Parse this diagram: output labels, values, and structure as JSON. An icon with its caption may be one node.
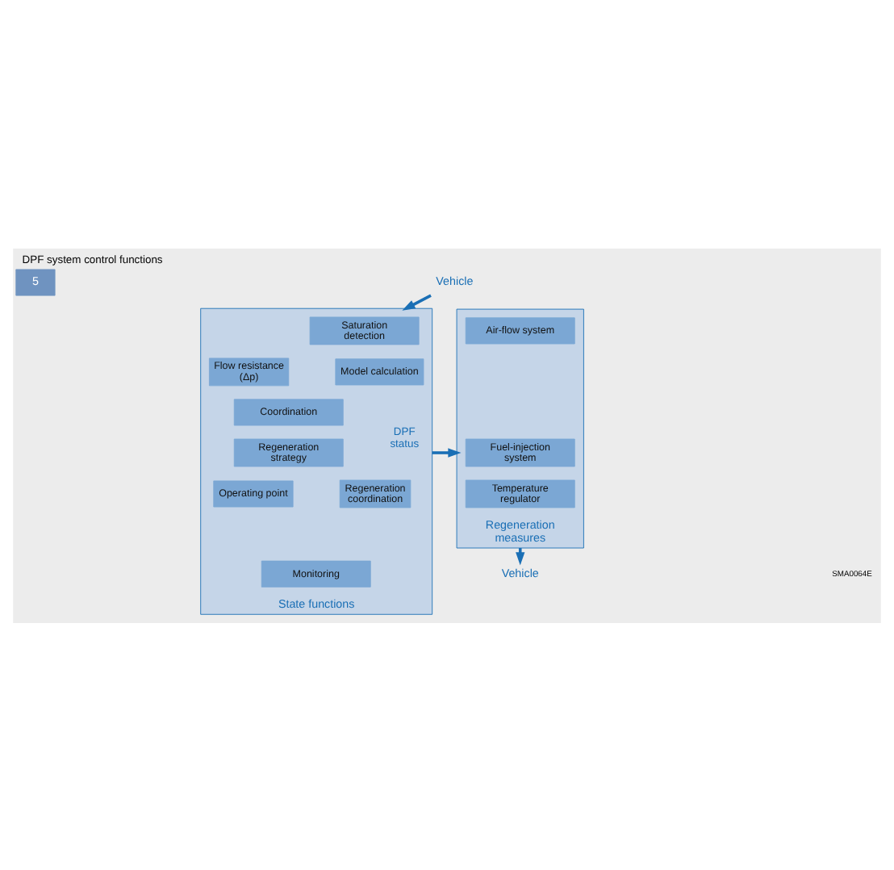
{
  "diagram": {
    "title": "DPF system control functions",
    "nodes": [
      {
        "text": [
          "Vehicle"
        ]
      },
      {
        "text": [
          "State functions"
        ]
      },
      {
        "text": [
          "Saturation detection"
        ],
        "in": 1
      },
      {
        "text": [
          "Flow resistance (Δp)"
        ],
        "in": 1
      },
      {
        "text": [
          "Model calculation"
        ],
        "in": 1
      },
      {
        "text": [
          "Coordination"
        ],
        "in": 1
      },
      {
        "text": [
          "Regeneration strategy"
        ],
        "in": 1
      },
      {
        "text": [
          "Operating point"
        ],
        "in": 1
      },
      {
        "text": [
          "Regeneration coordination"
        ],
        "in": 1
      },
      {
        "text": [
          "Monitoring"
        ],
        "in": 1
      },
      {
        "text": [
          "Regeneration measures"
        ]
      },
      {
        "text": [
          "Air-flow system"
        ],
        "in": 10
      },
      {
        "text": [
          "Fuel-injection system"
        ],
        "in": 10
      },
      {
        "text": [
          "Temperature regulator"
        ],
        "in": 10
      },
      {
        "text": [
          "Vehicle"
        ]
      }
    ],
    "edges": [
      {
        "from": 0,
        "to": 1,
        "arrow": "to"
      },
      {
        "from": 1,
        "to": 10,
        "arrow": "to",
        "label": "DPF status"
      },
      {
        "from": 10,
        "to": 14,
        "arrow": "to"
      }
    ],
    "labels": [
      "5",
      "SMA0064E"
    ]
  }
}
